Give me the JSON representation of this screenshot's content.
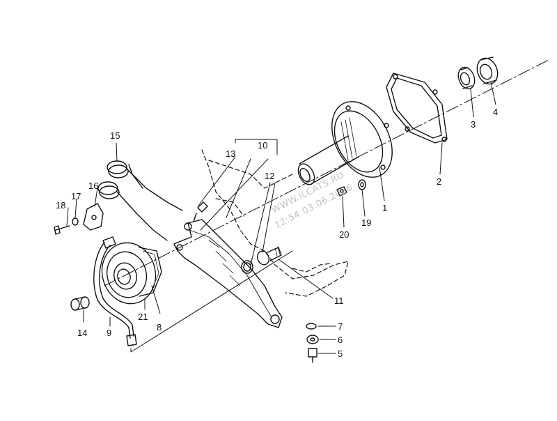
{
  "callouts": {
    "c1": "1",
    "c2": "2",
    "c3": "3",
    "c4": "4",
    "c5": "5",
    "c6": "6",
    "c7": "7",
    "c8": "8",
    "c9": "9",
    "c10": "10",
    "c11": "11",
    "c12": "12",
    "c13": "13",
    "c14": "14",
    "c15": "15",
    "c16": "16",
    "c17": "17",
    "c18": "18",
    "c19": "19",
    "c20": "20",
    "c21": "21"
  },
  "watermark": {
    "line1": "WWW.ILCATS.RU",
    "line2": "12:54 03.06.2026"
  },
  "colors": {
    "ink": "#111111",
    "background": "#ffffff",
    "watermark": "#9a9a9a"
  }
}
